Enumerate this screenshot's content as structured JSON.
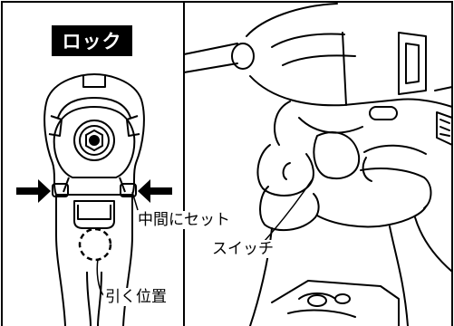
{
  "panel_left": {
    "lock_badge": "ロック",
    "label_center": "中間にセット",
    "label_pull": "引く位置"
  },
  "panel_right": {
    "label_switch": "スイッチ"
  },
  "colors": {
    "ink": "#000000",
    "paper": "#ffffff"
  }
}
